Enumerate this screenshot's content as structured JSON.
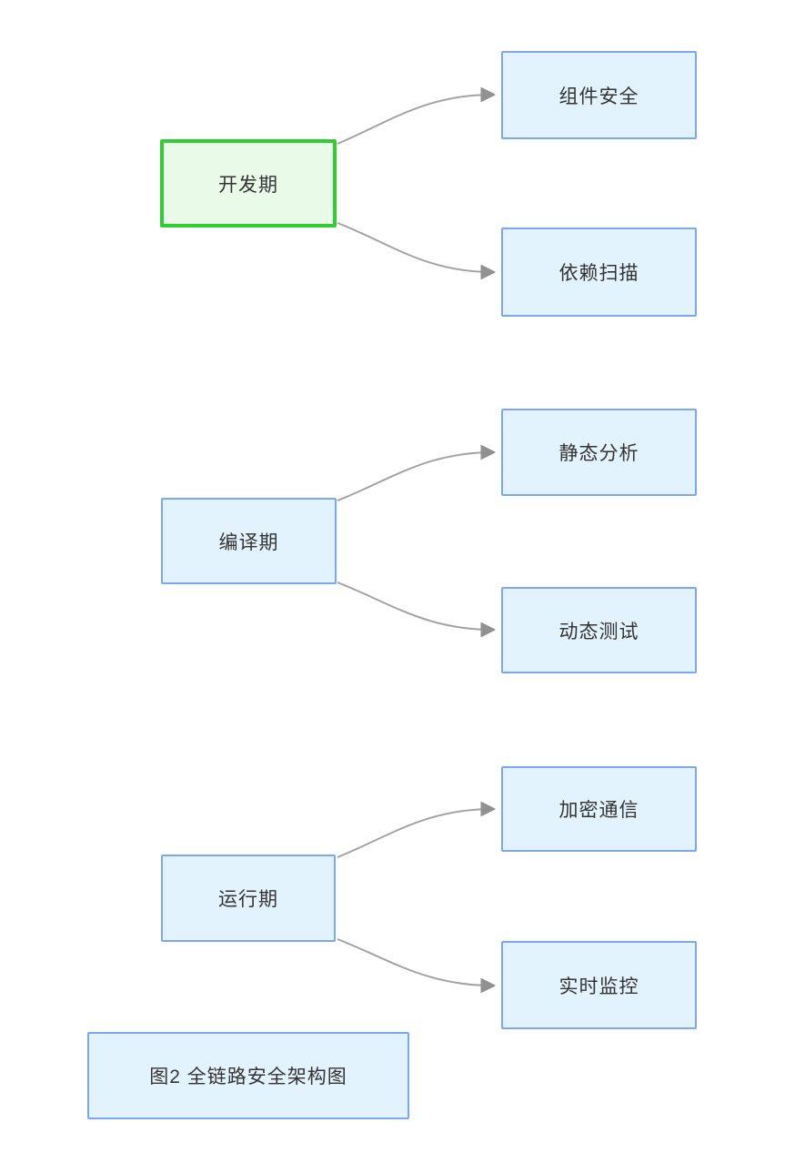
{
  "diagram": {
    "title": "全链路安全架构图",
    "stages": [
      {
        "label": "开发期",
        "highlighted": true,
        "children": [
          "组件安全",
          "依赖扫描"
        ]
      },
      {
        "label": "编译期",
        "highlighted": false,
        "children": [
          "静态分析",
          "动态测试"
        ]
      },
      {
        "label": "运行期",
        "highlighted": false,
        "children": [
          "加密通信",
          "实时监控"
        ]
      }
    ],
    "caption": "图2 全链路安全架构图",
    "colors": {
      "node_fill": "#e3f3fd",
      "node_border": "#7aa7f0",
      "highlight_fill": "#e9fae9",
      "highlight_border": "#33cc33",
      "arrow": "#a3a3a3",
      "arrowhead": "#919191",
      "text": "#333333",
      "background": "#ffffff"
    }
  }
}
